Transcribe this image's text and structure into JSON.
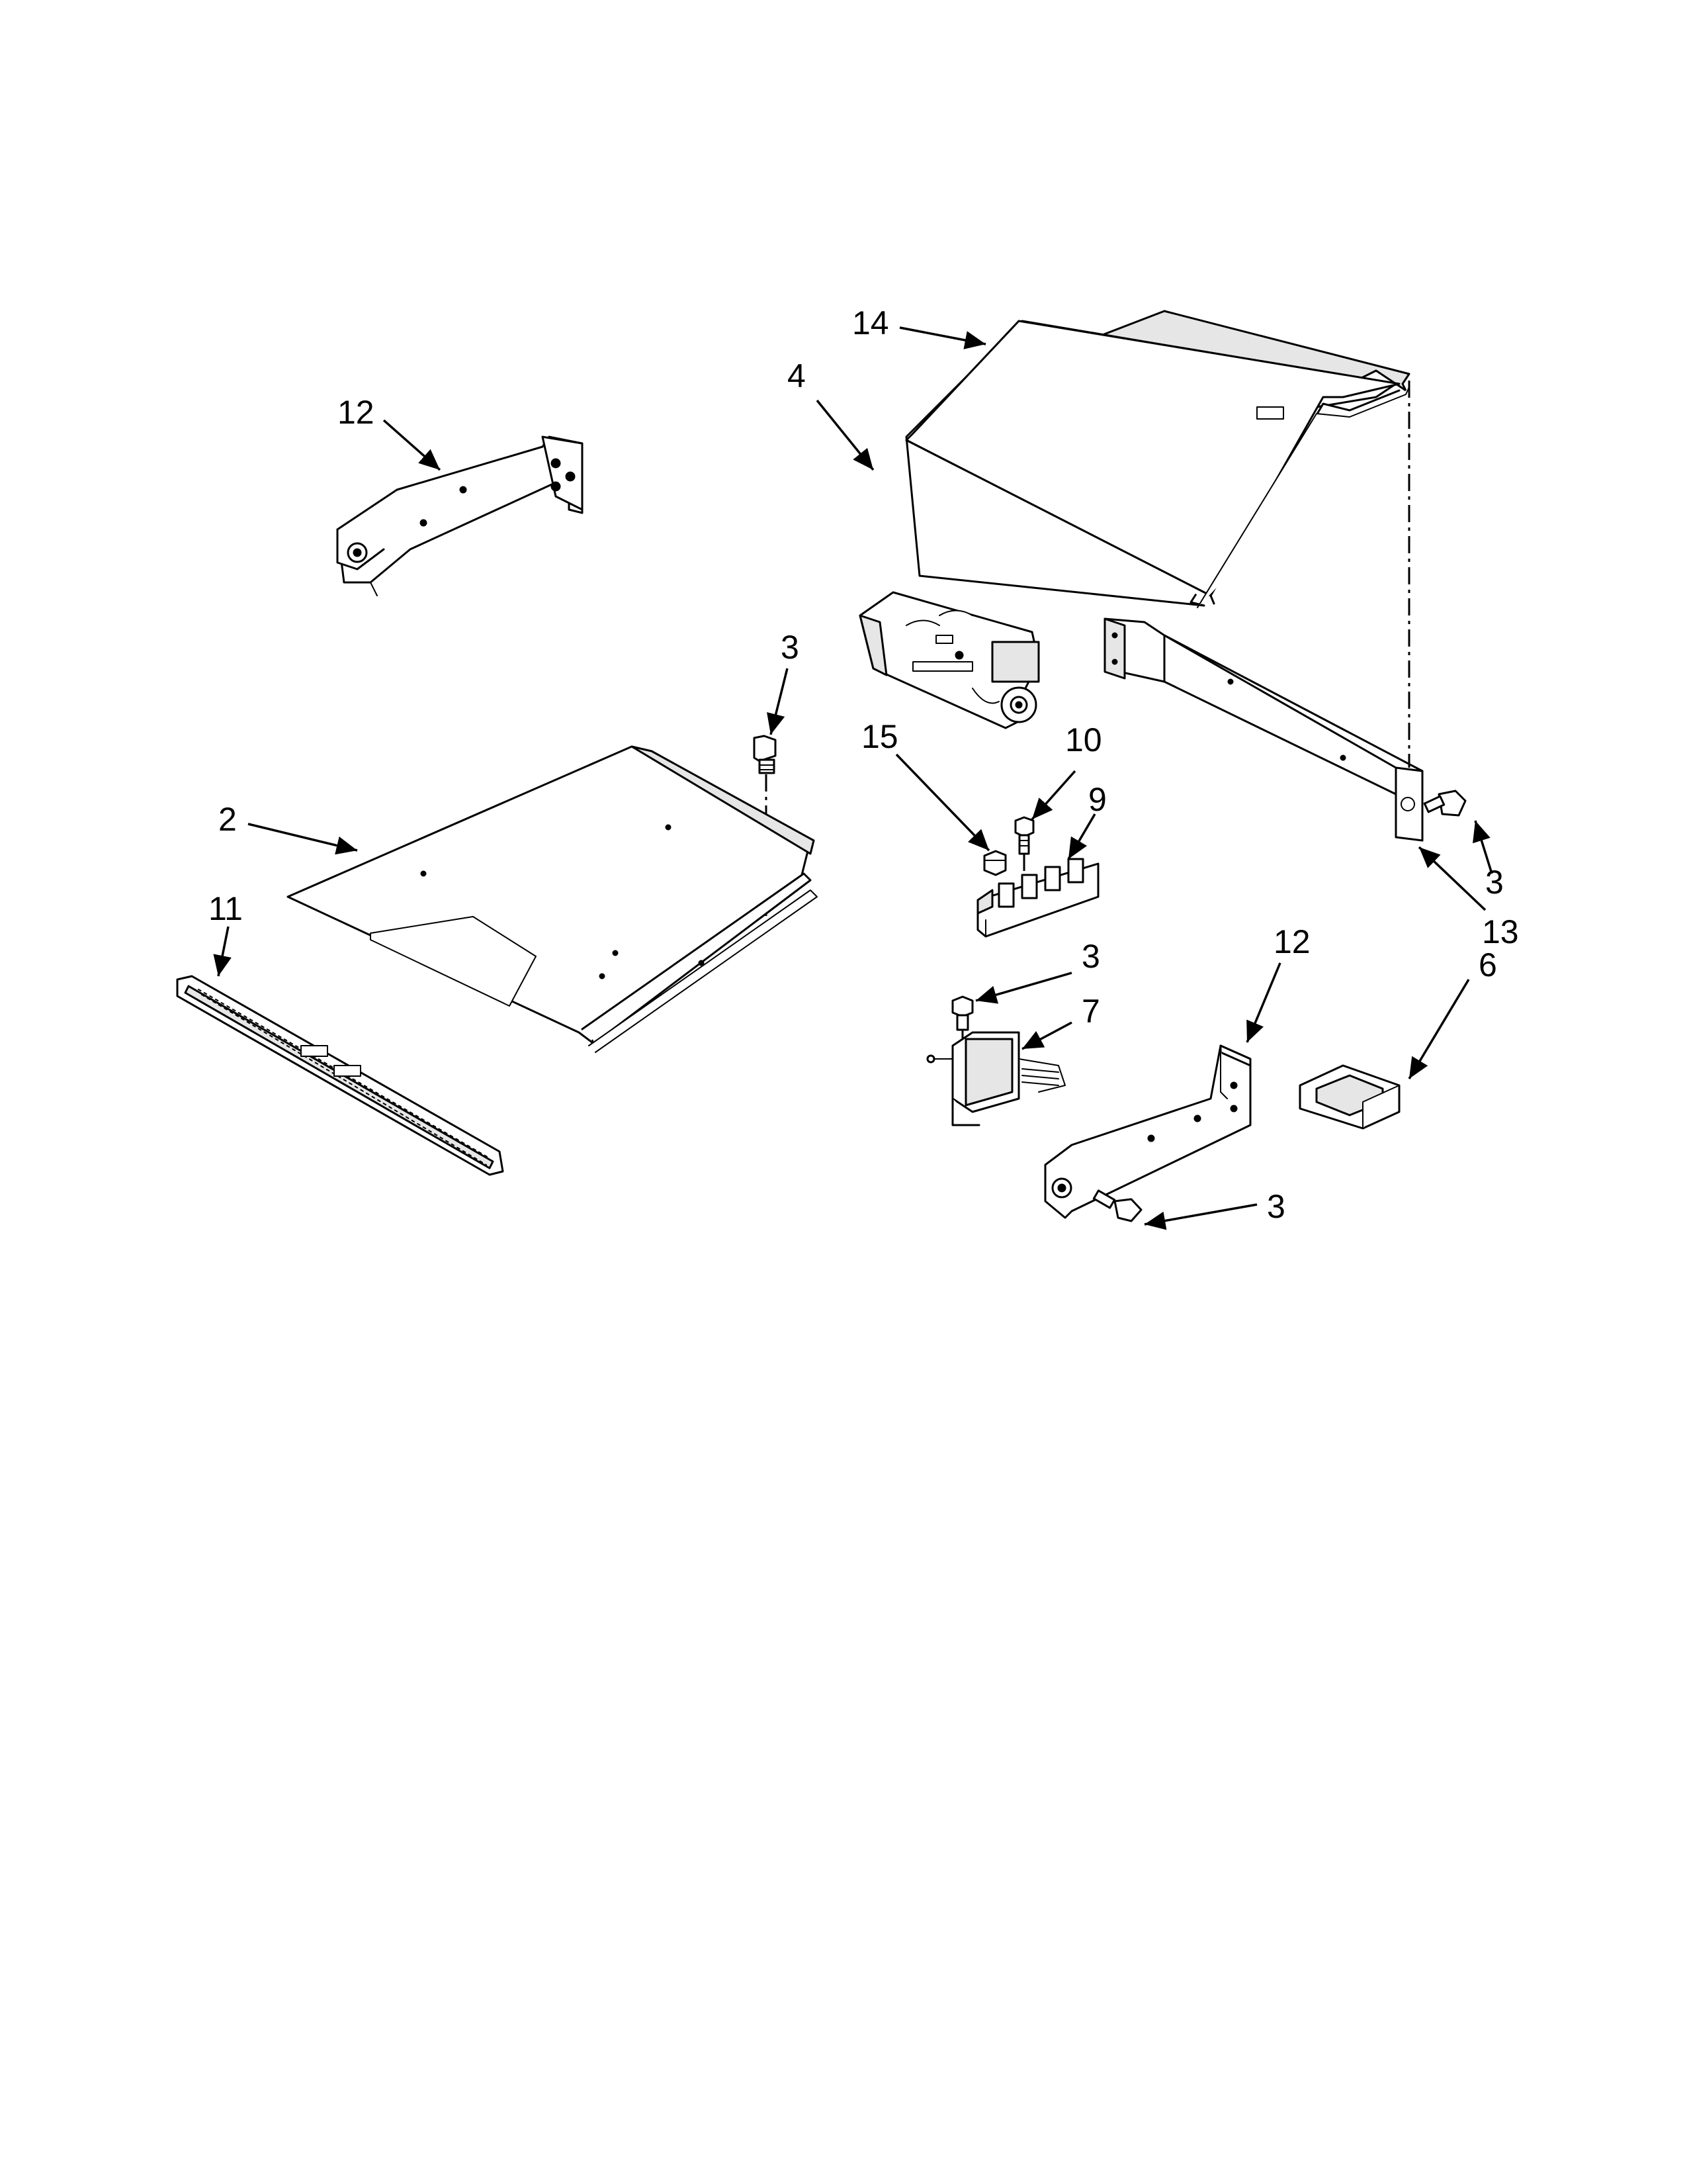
{
  "diagram": {
    "callouts": [
      {
        "id": "c14",
        "label": "14"
      },
      {
        "id": "c12a",
        "label": "12"
      },
      {
        "id": "c4",
        "label": "4"
      },
      {
        "id": "c3a",
        "label": "3"
      },
      {
        "id": "c2",
        "label": "2"
      },
      {
        "id": "c11",
        "label": "11"
      },
      {
        "id": "c15",
        "label": "15"
      },
      {
        "id": "c10",
        "label": "10"
      },
      {
        "id": "c9",
        "label": "9"
      },
      {
        "id": "c3b",
        "label": "3"
      },
      {
        "id": "c7",
        "label": "7"
      },
      {
        "id": "c12b",
        "label": "12"
      },
      {
        "id": "c3c",
        "label": "3"
      },
      {
        "id": "c13",
        "label": "13"
      },
      {
        "id": "c6",
        "label": "6"
      },
      {
        "id": "c3d",
        "label": "3"
      }
    ]
  }
}
